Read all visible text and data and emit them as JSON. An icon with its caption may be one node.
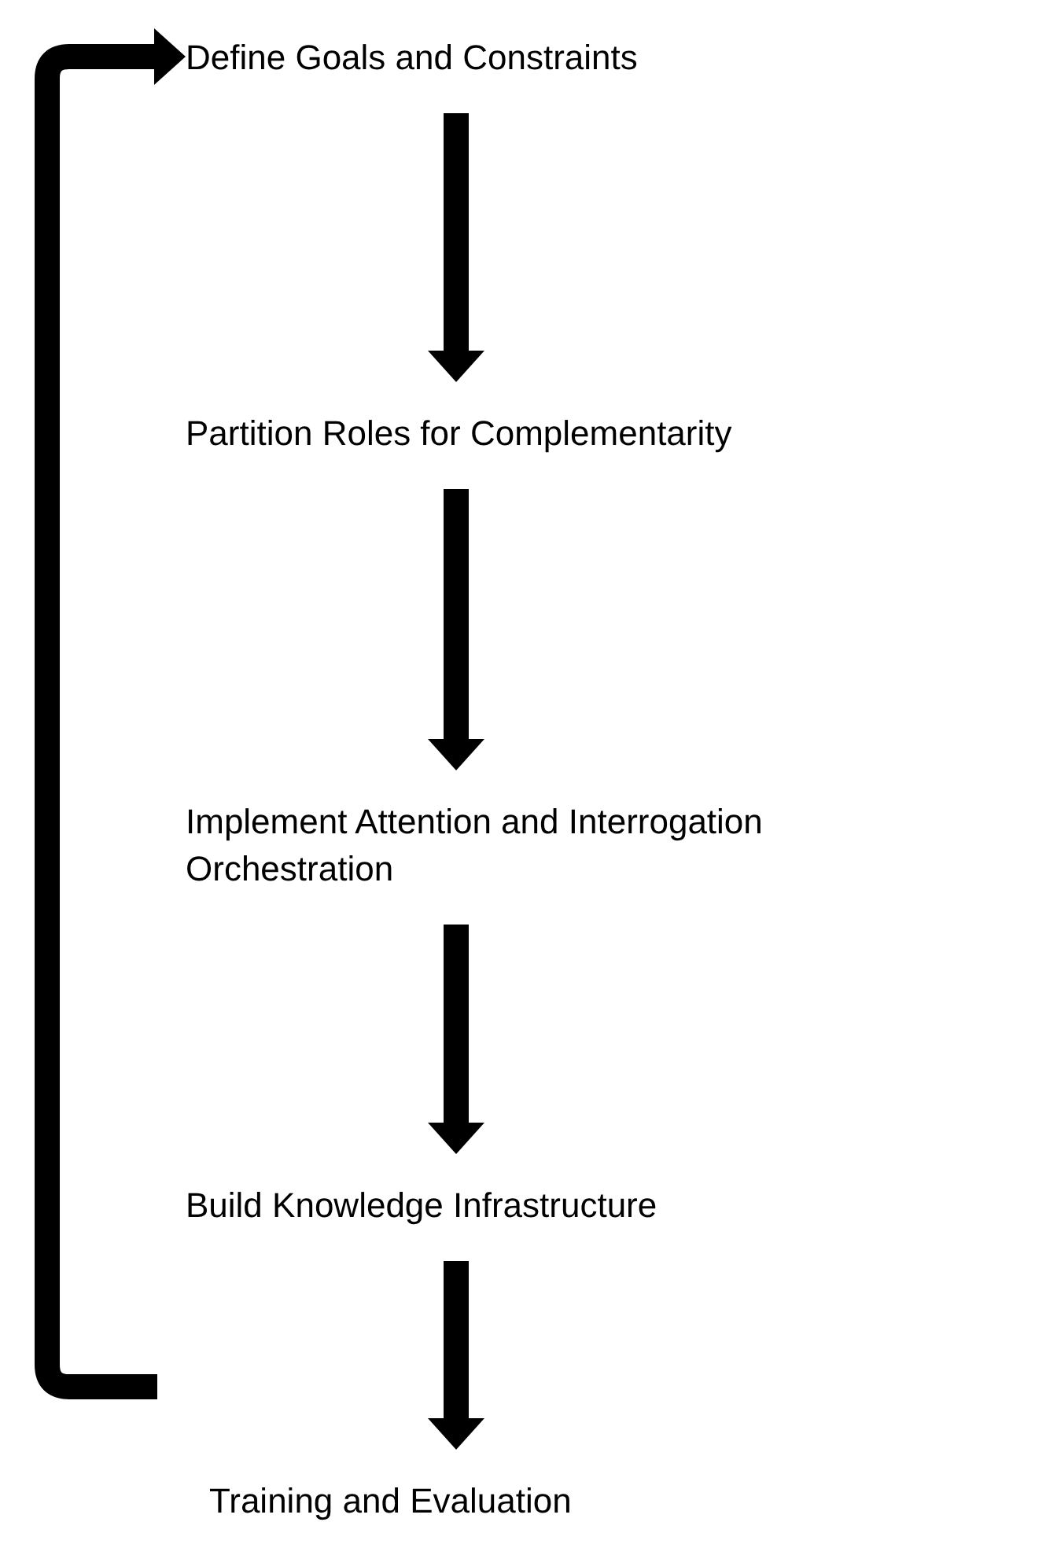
{
  "diagram": {
    "nodes": [
      {
        "text": [
          "Define Goals and Constraints"
        ]
      },
      {
        "text": [
          "Partition Roles for Complementarity"
        ]
      },
      {
        "text": [
          "Implement Attention and Interrogation Orchestration"
        ]
      },
      {
        "text": [
          "Build Knowledge Infrastructure"
        ]
      },
      {
        "text": [
          "Training and Evaluation"
        ]
      }
    ],
    "edges": [
      {
        "from": 0,
        "to": 1,
        "arrow": "to"
      },
      {
        "from": 1,
        "to": 2,
        "arrow": "to"
      },
      {
        "from": 2,
        "to": 3,
        "arrow": "to"
      },
      {
        "from": 3,
        "to": 4,
        "arrow": "to"
      },
      {
        "from": 4,
        "to": 0,
        "arrow": "to"
      }
    ]
  }
}
